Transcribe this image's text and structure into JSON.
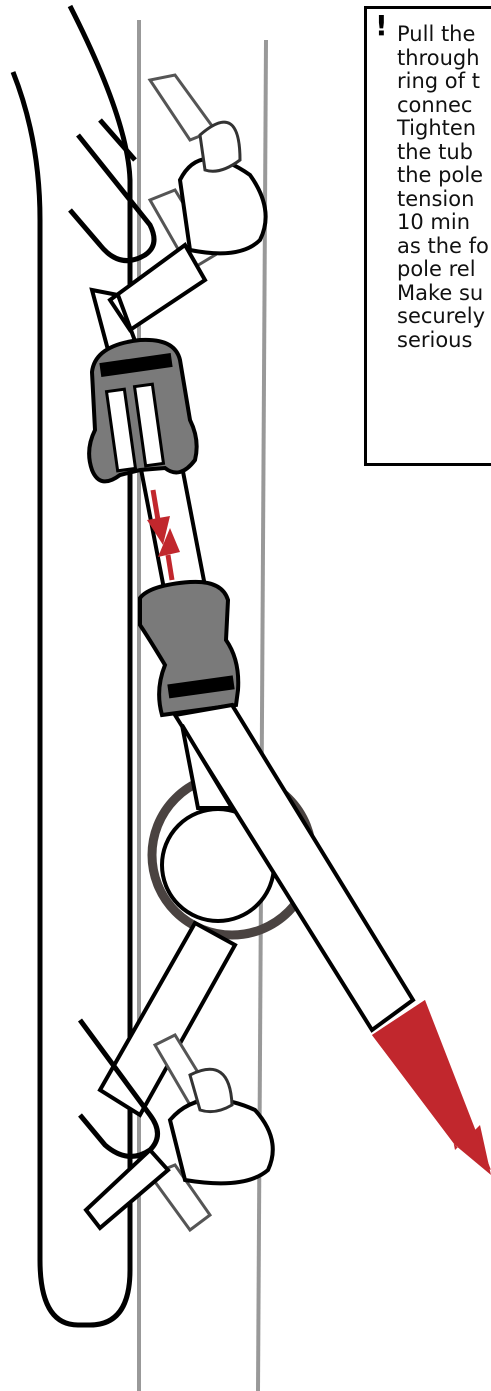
{
  "note": {
    "icon": "exclamation-icon",
    "lines": [
      "Pull the",
      "through",
      "ring of t",
      "connec",
      "Tighten",
      "the tub",
      "the pole",
      "tension",
      "10 min",
      "as the fo",
      "pole rel",
      "Make su",
      "securely",
      "serious"
    ]
  },
  "colors": {
    "line": "#000000",
    "pole": "#999999",
    "buckle": "#7a7a7a",
    "arrow": "#c1272d",
    "ring": "#4a4341"
  },
  "icons": {
    "pull_direction": "pull-arrow-icon",
    "tension_arrows": "tension-arrows-icon"
  }
}
